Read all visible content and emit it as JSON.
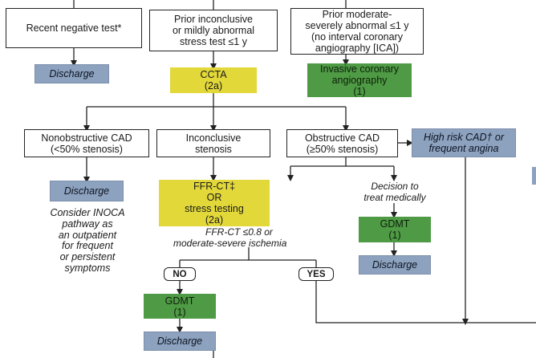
{
  "nodes": {
    "recent_negative": "Recent negative test*",
    "prior_inconclusive": [
      "Prior inconclusive",
      "or mildly abnormal",
      "stress test ≤1 y"
    ],
    "prior_moderate": [
      "Prior moderate-",
      "severely abnormal ≤1 y",
      "(no interval coronary",
      "angiography [ICA])"
    ],
    "discharge_1": "Discharge",
    "ccta": [
      "CCTA",
      "(2a)"
    ],
    "ica": [
      "Invasive coronary",
      "angiography",
      "(1)"
    ],
    "nonobstructive": [
      "Nonobstructive CAD",
      "(<50% stenosis)"
    ],
    "inconclusive": [
      "Inconclusive",
      "stenosis"
    ],
    "obstructive": [
      "Obstructive CAD",
      "(≥50% stenosis)"
    ],
    "high_risk": [
      "High risk CAD† or",
      "frequent angina"
    ],
    "discharge_2": "Discharge",
    "inoca_note": [
      "Consider INOCA",
      "pathway as",
      "an outpatient",
      "for frequent",
      "or persistent",
      "symptoms"
    ],
    "ffr": [
      "FFR-CT‡",
      "OR",
      "stress testing",
      "(2a)"
    ],
    "ffr_note": [
      "FFR-CT ≤0.8 or",
      "moderate-severe ischemia"
    ],
    "treat_note": [
      "Decision to",
      "treat medically"
    ],
    "gdmt_1": [
      "GDMT",
      "(1)"
    ],
    "discharge_3": "Discharge",
    "no": "NO",
    "yes": "YES",
    "gdmt_2": [
      "GDMT",
      "(1)"
    ],
    "discharge_4": "Discharge"
  },
  "colors": {
    "outcome_blue": "#8da2bf",
    "test_yellow": "#e2d83a",
    "treatment_green": "#4f9a44",
    "line": "#222222"
  }
}
